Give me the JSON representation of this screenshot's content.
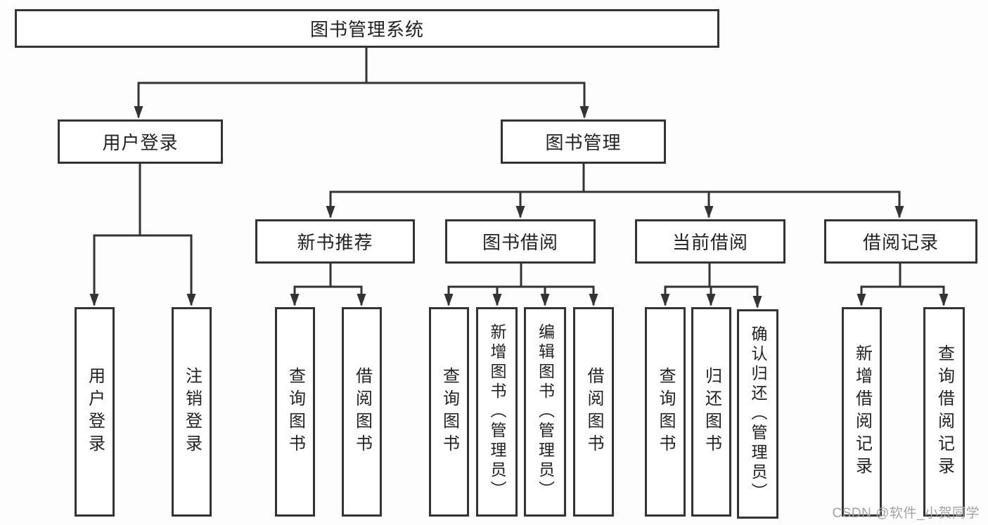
{
  "colors": {
    "line": "#333333",
    "box_border": "#333333",
    "box_fill": "#ffffff",
    "text": "#222222",
    "background": "#fdfdfd",
    "watermark": "#a3a3a3"
  },
  "diagram": {
    "root": {
      "label": "图书管理系统"
    },
    "branches": [
      {
        "label": "用户登录"
      },
      {
        "label": "图书管理"
      }
    ],
    "modules": [
      {
        "label": "新书推荐"
      },
      {
        "label": "图书借阅"
      },
      {
        "label": "当前借阅"
      },
      {
        "label": "借阅记录"
      }
    ],
    "leaves": [
      {
        "label": "用户登录"
      },
      {
        "label": "注销登录"
      },
      {
        "label": "查询图书"
      },
      {
        "label": "借阅图书"
      },
      {
        "label": "查询图书"
      },
      {
        "label": "新增图书（管理员）"
      },
      {
        "label": "编辑图书（管理员）"
      },
      {
        "label": "借阅图书"
      },
      {
        "label": "查询图书"
      },
      {
        "label": "归还图书"
      },
      {
        "label": "确认归还（管理员）"
      },
      {
        "label": "新增借阅记录"
      },
      {
        "label": "查询借阅记录"
      }
    ]
  },
  "watermark": {
    "text": "CSDN @软件_小贺同学"
  }
}
